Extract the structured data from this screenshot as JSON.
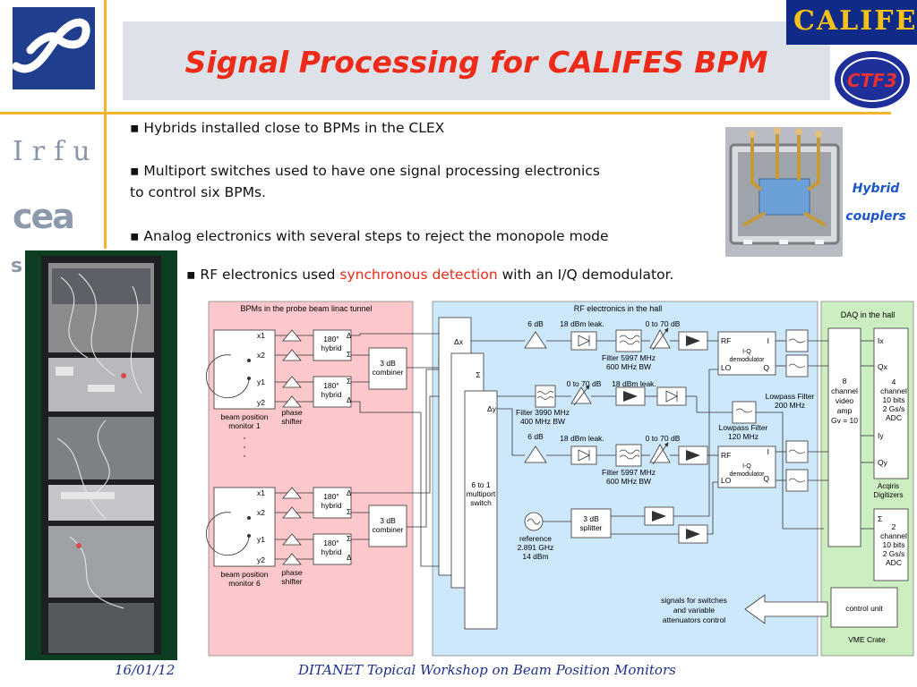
{
  "slide": {
    "title": "Signal Processing for CALIFES BPM",
    "bullets": [
      "▪ Hybrids installed close to BPMs in the CLEX",
      "▪ Multiport switches used to have one signal processing electronics",
      "to control six BPMs.",
      "▪ Analog electronics with several steps to reject the monopole mode"
    ],
    "rf_bullet": {
      "prefix": "▪ RF electronics used ",
      "highlight": "synchronous detection",
      "suffix": " with an I/Q demodulator."
    },
    "hybrid_caption": [
      "Hybrid",
      "couplers"
    ],
    "footer": {
      "date": "16/01/12",
      "event": "DITANET Topical Workshop on Beam Position Monitors"
    },
    "logos": {
      "irfu": "Irfu",
      "cea": "cea",
      "s": "s",
      "califes": "CALIFES",
      "ctf": "CTF3"
    }
  },
  "colors": {
    "title": "#ee2a18",
    "accent_line": "#f2b42c",
    "bpm_region": "#fcc8cc",
    "rf_region": "#cde8fb",
    "daq_region": "#cdeec0",
    "caption_blue": "#1b55c8",
    "footer_blue": "#1d2f8a"
  },
  "diagram": {
    "regions": {
      "bpm": "BPMs in the probe beam linac tunnel",
      "rf": "RF electronics in the hall",
      "daq": "DAQ in the hall"
    },
    "bpm1": {
      "ports": [
        "x1",
        "x2",
        "y1",
        "y2"
      ],
      "label": [
        "beam position",
        "monitor 1"
      ],
      "hybrid_top": [
        "180°",
        "hybrid"
      ],
      "hybrid_bottom": [
        "180°",
        "hybrid"
      ],
      "phase": [
        "phase",
        "shifter"
      ],
      "combiner": [
        "3 dB",
        "combiner"
      ]
    },
    "bpm6": {
      "ports": [
        "x1",
        "x2",
        "y1",
        "y2"
      ],
      "label": [
        "beam position",
        "monitor 6"
      ],
      "hybrid_top": [
        "180°",
        "hybrid"
      ],
      "hybrid_bottom": [
        "180°",
        "hybrid"
      ],
      "phase": [
        "phase",
        "shifter"
      ],
      "combiner": [
        "3 dB",
        "combiner"
      ]
    },
    "symbols": {
      "delta": "Δ",
      "sigma": "Σ",
      "dx": "Δx",
      "dy": "Δy",
      "dots": "·"
    },
    "switch": [
      "6 to 1",
      "multiport",
      "switch"
    ],
    "chain_top": {
      "gain": "6 dB",
      "limiter": "18 dBm leak.",
      "atten": "0 to 70 dB",
      "filter": [
        "Filter 5997 MHz",
        "600 MHz BW"
      ]
    },
    "chain_mid": {
      "filter": [
        "Filter 3990 MHz",
        "400 MHz BW"
      ],
      "atten": "0 to 70 dB",
      "limiter": "18 dBm leak."
    },
    "chain_bottom": {
      "gain": "6 dB",
      "limiter": "18 dBm leak.",
      "atten": "0 to 70 dB",
      "filter": [
        "Filter 5997 MHz",
        "600 MHz BW"
      ]
    },
    "demod": {
      "rf": "RF",
      "lo": "LO",
      "i": "I",
      "q": "Q",
      "name": [
        "I-Q",
        "demodulator"
      ]
    },
    "lowpass_200": [
      "Lowpass Filter",
      "200 MHz"
    ],
    "lowpass_120": [
      "Lowpass Filter",
      "120 MHz"
    ],
    "reference": [
      "reference",
      "2.891 GHz",
      "14 dBm"
    ],
    "splitter": [
      "3 dB",
      "splitter"
    ],
    "video_amp": [
      "8",
      "channel",
      "video",
      "amp",
      "Gv = 10"
    ],
    "adc4": {
      "channels": [
        "Ix",
        "Qx",
        "Iy",
        "Qy"
      ],
      "spec": [
        "4",
        "channel",
        "10 bits",
        "2 Gs/s",
        "ADC"
      ],
      "caption": [
        "Acqiris",
        "Digitizers"
      ]
    },
    "adc2": {
      "sigma": "Σ",
      "spec": [
        "2",
        "channel",
        "10 bits",
        "2 Gs/s",
        "ADC"
      ]
    },
    "control": {
      "signals": [
        "signals for switches",
        "and variable",
        "attenuators control"
      ],
      "unit": "control unit",
      "crate": "VME Crate"
    }
  }
}
